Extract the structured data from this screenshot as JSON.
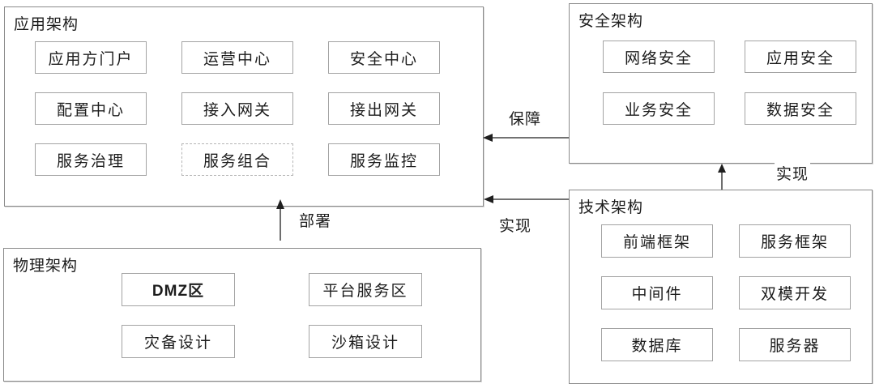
{
  "panels": {
    "application": {
      "title": "应用架构",
      "cells": [
        "应用方门户",
        "运营中心",
        "安全中心",
        "配置中心",
        "接入网关",
        "接出网关",
        "服务治理",
        "服务组合",
        "服务监控"
      ]
    },
    "security": {
      "title": "安全架构",
      "cells": [
        "网络安全",
        "应用安全",
        "业务安全",
        "数据安全"
      ]
    },
    "technology": {
      "title": "技术架构",
      "cells": [
        "前端框架",
        "服务框架",
        "中间件",
        "双模开发",
        "数据库",
        "服务器"
      ]
    },
    "physical": {
      "title": "物理架构",
      "cells": [
        "DMZ区",
        "平台服务区",
        "灾备设计",
        "沙箱设计"
      ]
    }
  },
  "arrows": {
    "guarantee": {
      "label": "保障",
      "from": "安全架构",
      "to": "应用架构",
      "direction": "left"
    },
    "implement_app": {
      "label": "实现",
      "from": "技术架构",
      "to": "应用架构",
      "direction": "left"
    },
    "implement_security": {
      "label": "实现",
      "from": "技术架构",
      "to": "安全架构",
      "direction": "up"
    },
    "deploy": {
      "label": "部署",
      "from": "物理架构",
      "to": "应用架构",
      "direction": "up"
    }
  },
  "colors": {
    "panel_border": "#8a8a8a",
    "cell_border": "#a3a3a3",
    "dashed_cell_border": "#b5b5b5",
    "text": "#1c1c1c",
    "arrow": "#1f1f1f",
    "background": "#ffffff"
  }
}
